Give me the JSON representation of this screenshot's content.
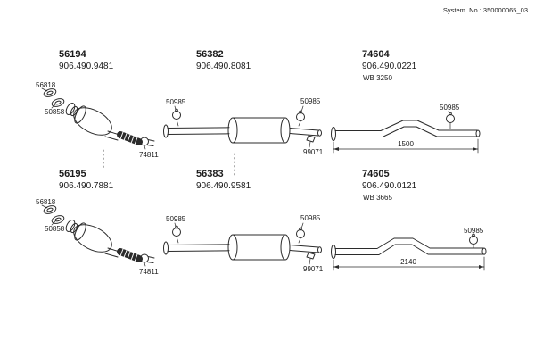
{
  "header": {
    "system_no": "System. No.: 350000065_03"
  },
  "assemblies": [
    {
      "part_no": "56194",
      "oem_no": "906.490.9481",
      "callouts": {
        "gasket_top": "56818",
        "gasket_bottom": "50858",
        "clamp": "74811"
      }
    },
    {
      "part_no": "56382",
      "oem_no": "906.490.8081",
      "callouts": {
        "clamp_left": "50985",
        "clamp_right": "50985",
        "hanger": "99071"
      }
    },
    {
      "part_no": "74604",
      "oem_no": "906.490.0221",
      "wb": "WB 3250",
      "callouts": {
        "clamp": "50985"
      },
      "dimension": "1500"
    },
    {
      "part_no": "56195",
      "oem_no": "906.490.7881",
      "callouts": {
        "gasket_top": "56818",
        "gasket_bottom": "50858",
        "clamp": "74811"
      }
    },
    {
      "part_no": "56383",
      "oem_no": "906.490.9581",
      "callouts": {
        "clamp_left": "50985",
        "clamp_right": "50985",
        "hanger": "99071"
      }
    },
    {
      "part_no": "74605",
      "oem_no": "906.490.0121",
      "wb": "WB 3665",
      "callouts": {
        "clamp": "50985"
      },
      "dimension": "2140"
    }
  ]
}
